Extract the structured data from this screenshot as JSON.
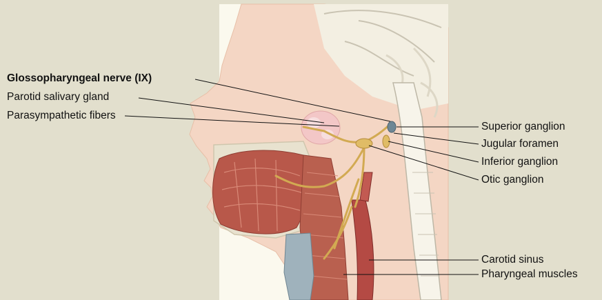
{
  "diagram": {
    "colors": {
      "background": "#e2dfcd",
      "panel": "#fbf9ee",
      "skin": "#f4d6c4",
      "muscle": "#b8584a",
      "nerve": "#d2aa52",
      "bone": "#f6f2e6",
      "cartilage": "#9fb2bc"
    },
    "labels_left": [
      {
        "id": "glossopharyngeal-nerve",
        "text": "Glossopharyngeal nerve (IX)",
        "bold": true
      },
      {
        "id": "parotid-salivary-gland",
        "text": "Parotid salivary gland",
        "bold": false
      },
      {
        "id": "parasympathetic-fibers",
        "text": "Parasympathetic fibers",
        "bold": false
      }
    ],
    "labels_right": [
      {
        "id": "superior-ganglion",
        "text": "Superior ganglion"
      },
      {
        "id": "jugular-foramen",
        "text": "Jugular foramen"
      },
      {
        "id": "inferior-ganglion",
        "text": "Inferior ganglion"
      },
      {
        "id": "otic-ganglion",
        "text": "Otic ganglion"
      },
      {
        "id": "carotid-sinus",
        "text": "Carotid sinus"
      },
      {
        "id": "pharyngeal-muscles",
        "text": "Pharyngeal muscles"
      }
    ]
  }
}
